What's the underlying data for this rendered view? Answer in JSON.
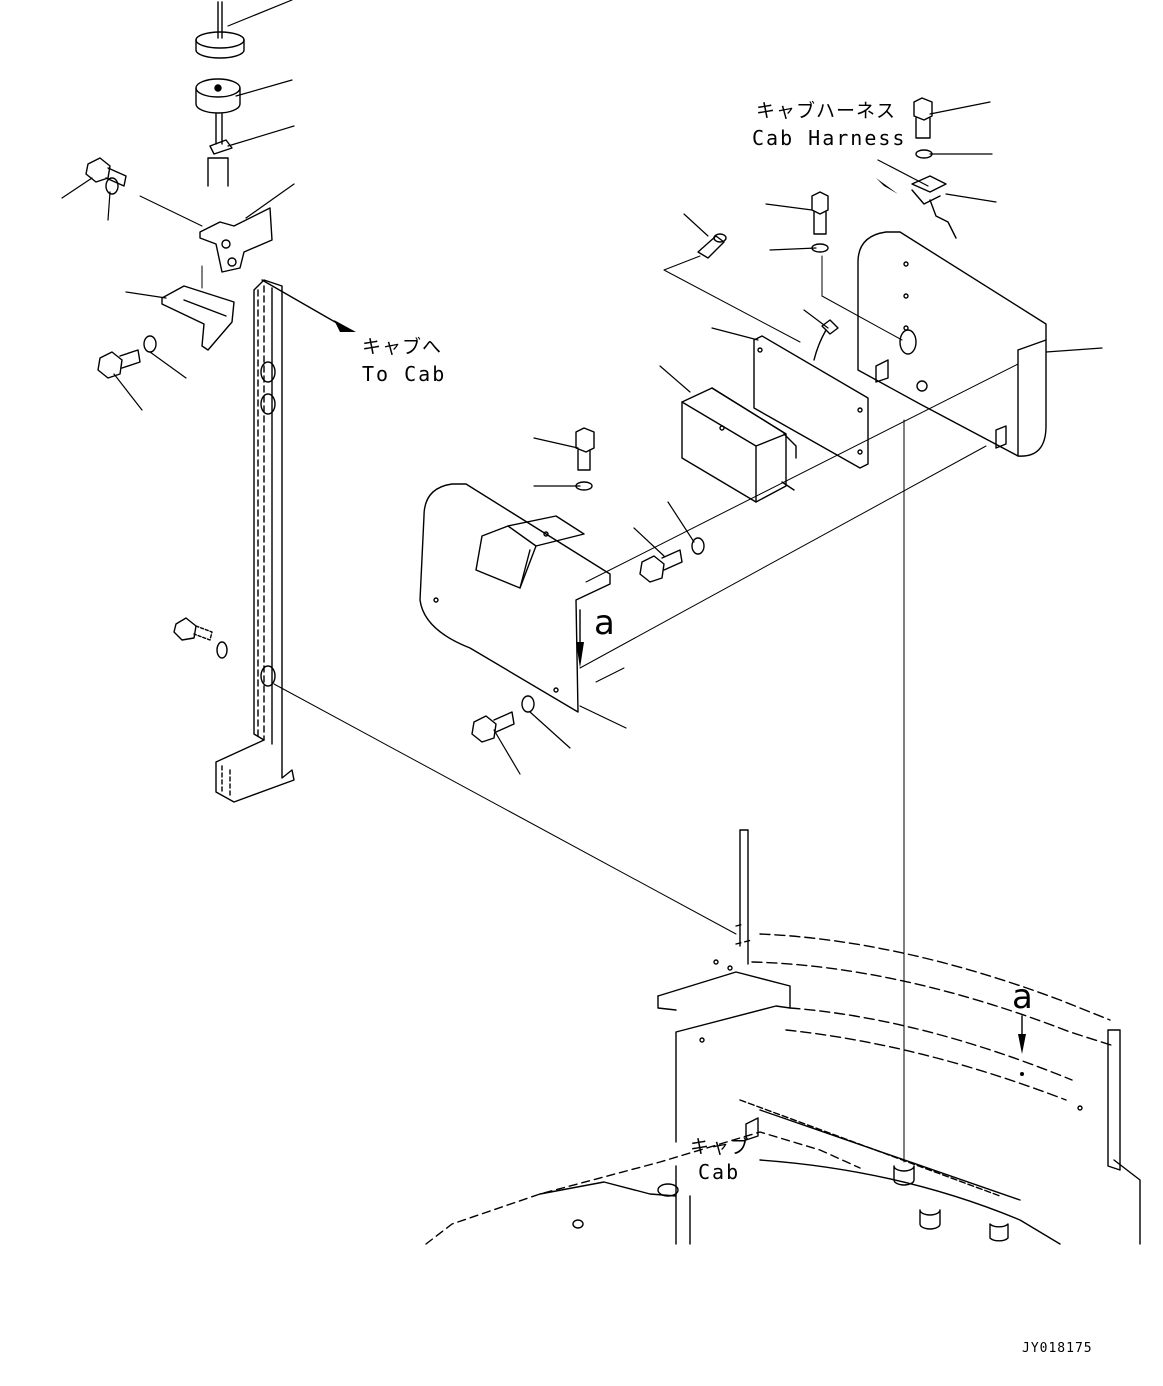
{
  "labels": {
    "cab_harness_jp": "キャブハーネス",
    "cab_harness_en": "Cab Harness",
    "to_cab_jp": "キャブへ",
    "to_cab_en": "To Cab",
    "detail_a_upper": "a",
    "detail_a_lower": "a",
    "cab_jp": "キャブ",
    "cab_en": "Cab"
  },
  "drawing_id": "JY018175",
  "colors": {
    "line": "#000000",
    "background": "#ffffff"
  }
}
